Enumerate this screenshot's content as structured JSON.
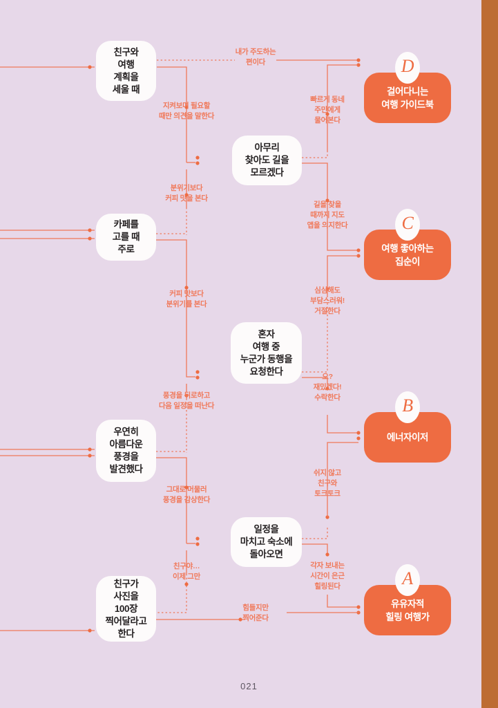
{
  "page": {
    "number": "021",
    "background_color": "#e7d8e9",
    "accent_color": "#ee6c42",
    "line_color": "#f0795a",
    "side_band_color": "#bd6c33"
  },
  "questions": [
    {
      "id": "q1",
      "text": "친구와\n여행\n계획을\n세울 때"
    },
    {
      "id": "q2",
      "text": "아무리\n찾아도 길을\n모르겠다"
    },
    {
      "id": "q3",
      "text": "카페를\n고를 때\n주로"
    },
    {
      "id": "q4",
      "text": "혼자\n여행 중\n누군가 동행을\n요청한다"
    },
    {
      "id": "q5",
      "text": "우연히\n아름다운\n풍경을\n발견했다"
    },
    {
      "id": "q6",
      "text": "일정을\n마치고 숙소에\n돌아오면"
    },
    {
      "id": "q7",
      "text": "친구가\n사진을\n100장\n찍어달라고\n한다"
    }
  ],
  "results": [
    {
      "id": "rD",
      "badge": "D",
      "text": "걸어다니는\n여행 가이드북"
    },
    {
      "id": "rC",
      "badge": "C",
      "text": "여행 좋아하는\n집순이"
    },
    {
      "id": "rB",
      "badge": "B",
      "text": "에너자이저"
    },
    {
      "id": "rA",
      "badge": "A",
      "text": "유유자적\n힐링 여행가"
    }
  ],
  "edge_labels": [
    {
      "id": "e1",
      "text": "내가 주도하는\n편이다"
    },
    {
      "id": "e2",
      "text": "지켜보며 필요할\n때만 의견을 말한다"
    },
    {
      "id": "e3",
      "text": "빠르게 동네\n주민에게\n물어본다"
    },
    {
      "id": "e4",
      "text": "분위기보다\n커피 맛을 본다"
    },
    {
      "id": "e5",
      "text": "길을 찾을\n때까지 지도\n앱을 의지한다"
    },
    {
      "id": "e6",
      "text": "커피 맛보다\n분위기를 본다"
    },
    {
      "id": "e7",
      "text": "심심해도\n부담스러워!\n거절한다"
    },
    {
      "id": "e8",
      "text": "풍경을 뒤로하고\n다음 일정을 떠난다"
    },
    {
      "id": "e9",
      "text": "오?\n재밌겠다!\n수락한다"
    },
    {
      "id": "e10",
      "text": "그대로 머물러\n풍경을 감상한다"
    },
    {
      "id": "e11",
      "text": "쉬지 않고\n친구와\n토크토크"
    },
    {
      "id": "e12",
      "text": "친구야…\n이제 그만"
    },
    {
      "id": "e13",
      "text": "각자 보내는\n시간이 은근\n힐링된다"
    },
    {
      "id": "e14",
      "text": "힘들지만\n찍어준다"
    }
  ]
}
